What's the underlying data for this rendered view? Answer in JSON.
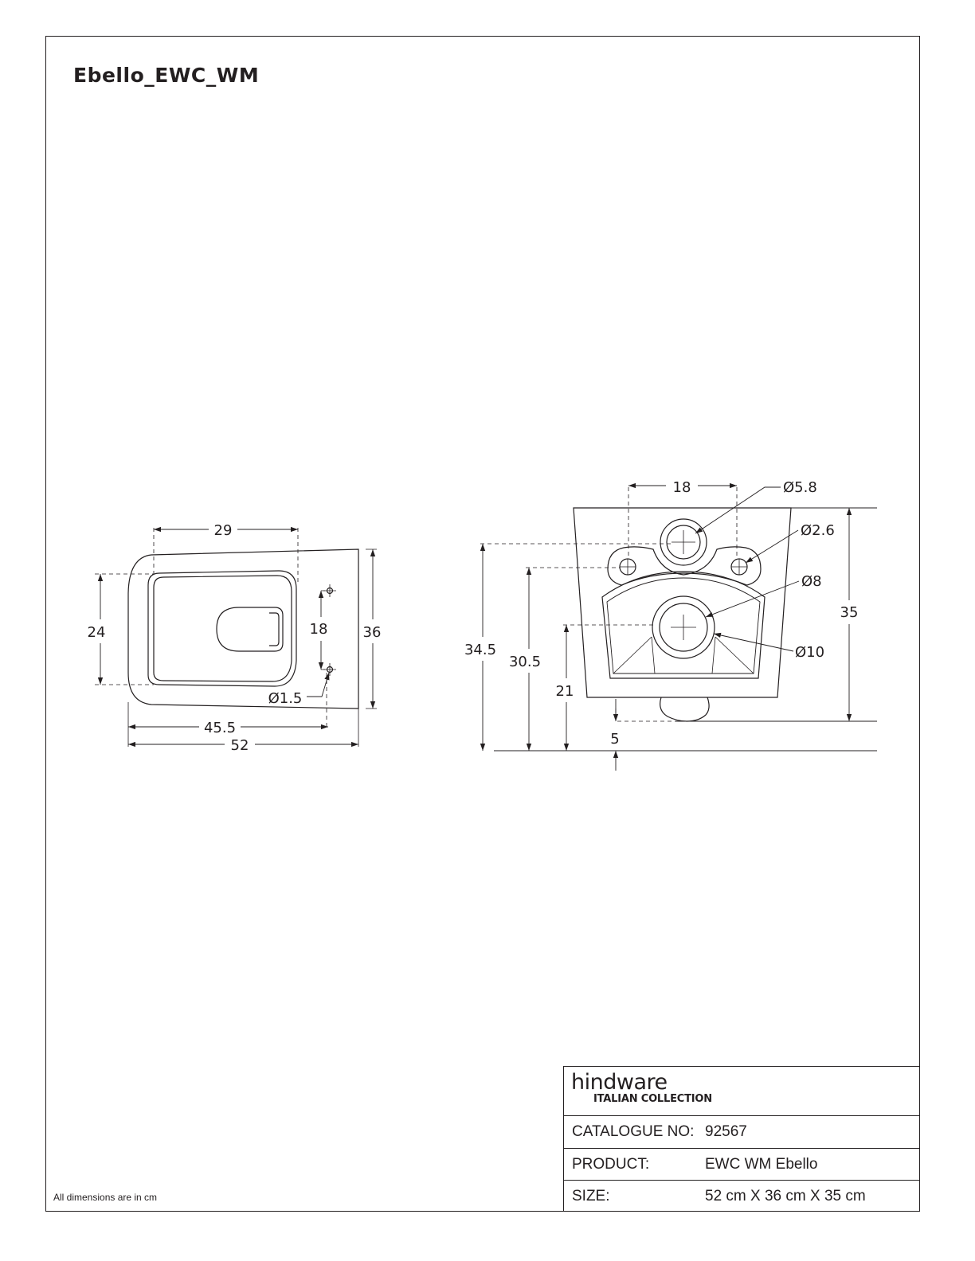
{
  "document": {
    "title": "Ebello_EWC_WM",
    "footnote": "All dimensions are in cm"
  },
  "top_view": {
    "dim_width_29": "29",
    "dim_height_24": "24",
    "dim_hole_spacing_18": "18",
    "dim_height_36": "36",
    "dim_hole_dia": "Ø1.5",
    "dim_length_45_5": "45.5",
    "dim_length_52": "52"
  },
  "rear_view": {
    "dim_bolt_spacing_18": "18",
    "dim_dia_5_8": "Ø5.8",
    "dim_dia_2_6": "Ø2.6",
    "dim_dia_8": "Ø8",
    "dim_dia_10": "Ø10",
    "dim_height_35": "35",
    "dim_height_34_5": "34.5",
    "dim_height_30_5": "30.5",
    "dim_height_21": "21",
    "dim_gap_5": "5"
  },
  "title_block": {
    "brand_name": "hindware",
    "brand_sub": "ITALIAN COLLECTION",
    "rows": [
      {
        "key": "CATALOGUE NO:",
        "value": "92567"
      },
      {
        "key": "PRODUCT:",
        "value": "EWC WM Ebello"
      },
      {
        "key": "SIZE:",
        "value": "52 cm X 36 cm X 35 cm"
      }
    ]
  }
}
